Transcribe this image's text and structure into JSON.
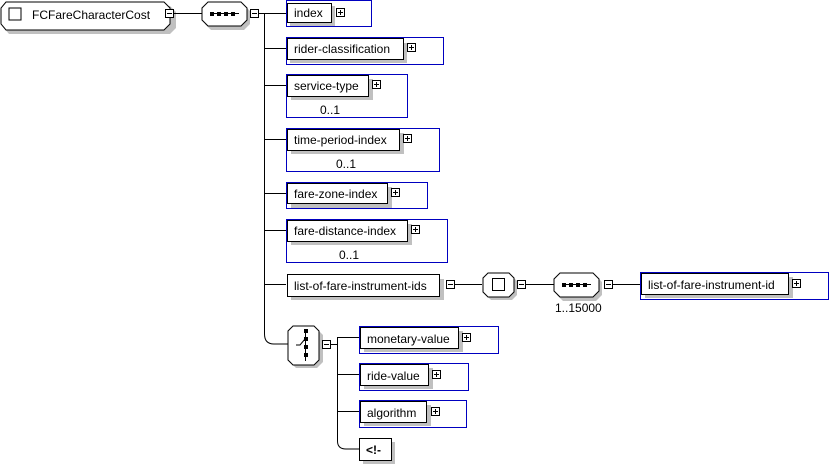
{
  "diagram": {
    "root": {
      "label": "FCFareCharacterCost",
      "icon": "complex-type-icon",
      "expanded": true
    },
    "sequence": {
      "icon": "sequence-icon",
      "expanded": true
    },
    "elements": [
      {
        "name": "index",
        "occurs": "",
        "expandable": true
      },
      {
        "name": "rider-classification",
        "occurs": "",
        "expandable": true
      },
      {
        "name": "service-type",
        "occurs": "0..1",
        "expandable": true
      },
      {
        "name": "time-period-index",
        "occurs": "0..1",
        "expandable": true
      },
      {
        "name": "fare-zone-index",
        "occurs": "",
        "expandable": true
      },
      {
        "name": "fare-distance-index",
        "occurs": "0..1",
        "expandable": true
      },
      {
        "name": "list-of-fare-instrument-ids",
        "occurs": "",
        "expandable": true,
        "expanded": true
      }
    ],
    "list_branch": {
      "complex_type_icon": "complex-type-icon",
      "sequence_icon": "sequence-icon",
      "sequence_occurs": "1..15000",
      "child": {
        "name": "list-of-fare-instrument-id",
        "expandable": true
      }
    },
    "choice": {
      "icon": "choice-icon",
      "expanded": true,
      "options": [
        {
          "name": "monetary-value",
          "expandable": true
        },
        {
          "name": "ride-value",
          "expandable": true
        },
        {
          "name": "algorithm",
          "expandable": true
        },
        {
          "name": "<!-",
          "kind": "comment"
        }
      ]
    }
  }
}
